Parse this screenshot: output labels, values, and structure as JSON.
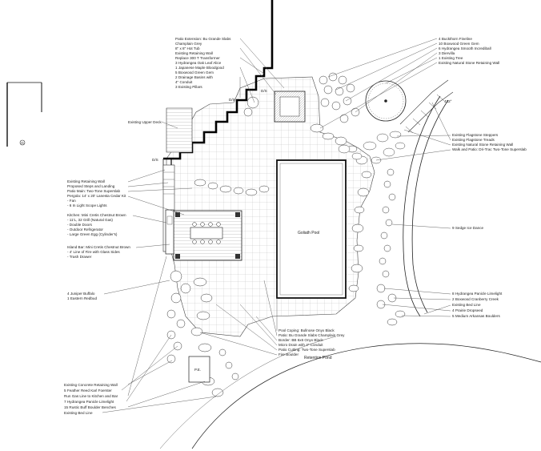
{
  "plan": {
    "left_labels": [
      {
        "id": "patio-ext",
        "lines": [
          "Patio Extension: Bu Grande Slabs",
          "Champlain Grey",
          "8\" x 8\" Hot Tub",
          "Existing Retaining Wall",
          "Replace 300 T Transformer",
          "3 Hydrangea Oak Leaf Alice",
          "1 Japanese Maple Bloodgood",
          "5 Boxwood Green Gem",
          "2 Drainage Basins with",
          "4\" Conduit",
          "3 Existing Pillars"
        ]
      },
      {
        "id": "upper-deck",
        "lines": [
          "Existing Upper Deck"
        ]
      },
      {
        "id": "steps",
        "lines": [
          "Existing Retaining Wall",
          "Proposed Steps and Landing",
          "Patio Main: Two-Tone Superslab",
          "Pergola: 14' x 20' Lanesta Cedar Kit",
          "- Fan",
          "- 6 In Light Scope Lights"
        ]
      },
      {
        "id": "kitchen",
        "lines": [
          "Kitchen: Mini Cretis Chestnut Brown",
          "- 11'L, 32 Grill (Natural Gas)",
          "- Double Doors",
          "- Outdoor Refrigerator",
          "- Large Green Egg  (Cylinder's)"
        ]
      },
      {
        "id": "island",
        "lines": [
          "Island Bar: Mini Cretis Chestnut Brown",
          "- 4' Line of Fire with Glass Sides",
          "- Trash Drawer"
        ]
      },
      {
        "id": "juniper",
        "lines": [
          "4 Juniper Buffalo",
          "1 Eastern Redbud"
        ]
      },
      {
        "id": "bottom-left",
        "lines": [
          "Existing Concrete Retaining Wall",
          "5 Feather Reed Karl Foerster",
          "Run Gas Line to Kitchen and Bar",
          "7 Hydrangea Panicle Limelight",
          "15 Rustic Buff Boulder Benches",
          "Existing Bed Line"
        ]
      }
    ],
    "right_labels": [
      {
        "id": "top-right",
        "lines": [
          "4 Buckthorn Fineline",
          "10 Boxwood Green Gem",
          "6 Hydrangea Smooth Incrediball",
          "3 Diervilla",
          "1 Existing Tree",
          "Existing Natural Stone Retaining Wall"
        ]
      },
      {
        "id": "flagstone",
        "lines": [
          "Existing Flagstone Steppers",
          "Existing Flagstone Treads",
          "Existing Natural Stone Retaining Wall",
          "Walk and Patio: Dri-Trac Two-Tone Superslab"
        ]
      },
      {
        "id": "sedge",
        "lines": [
          "9 Sedge Ice Dance"
        ]
      },
      {
        "id": "hydrangea-right",
        "lines": [
          "8 Hydrangea Panicle Limelight",
          "2 Boxwood Cranberry Creek",
          "Existing Bed Line",
          "4 Prairie Dropseed",
          "5 Medium Arkansas Boulders"
        ]
      }
    ],
    "center_labels": [
      {
        "id": "coping",
        "lines": [
          "Pool Coping: Bullnose Onyx Black",
          "Patio: Bu Grande Slabs Champlain Grey",
          "Border: BB 6x6 Onyx Black",
          "Micro Drain with 4\" Conduit",
          "Patio Cutting: Two-Tone Superslab",
          "Fire Boulder"
        ]
      }
    ],
    "pool_label": "Goliath Pool",
    "pond_label": "Retention Pond",
    "pe_label": "P.E.",
    "angle_label": "432°",
    "ds_labels": [
      "D/S",
      "D/S",
      "D/S"
    ],
    "north_mark": "G"
  }
}
